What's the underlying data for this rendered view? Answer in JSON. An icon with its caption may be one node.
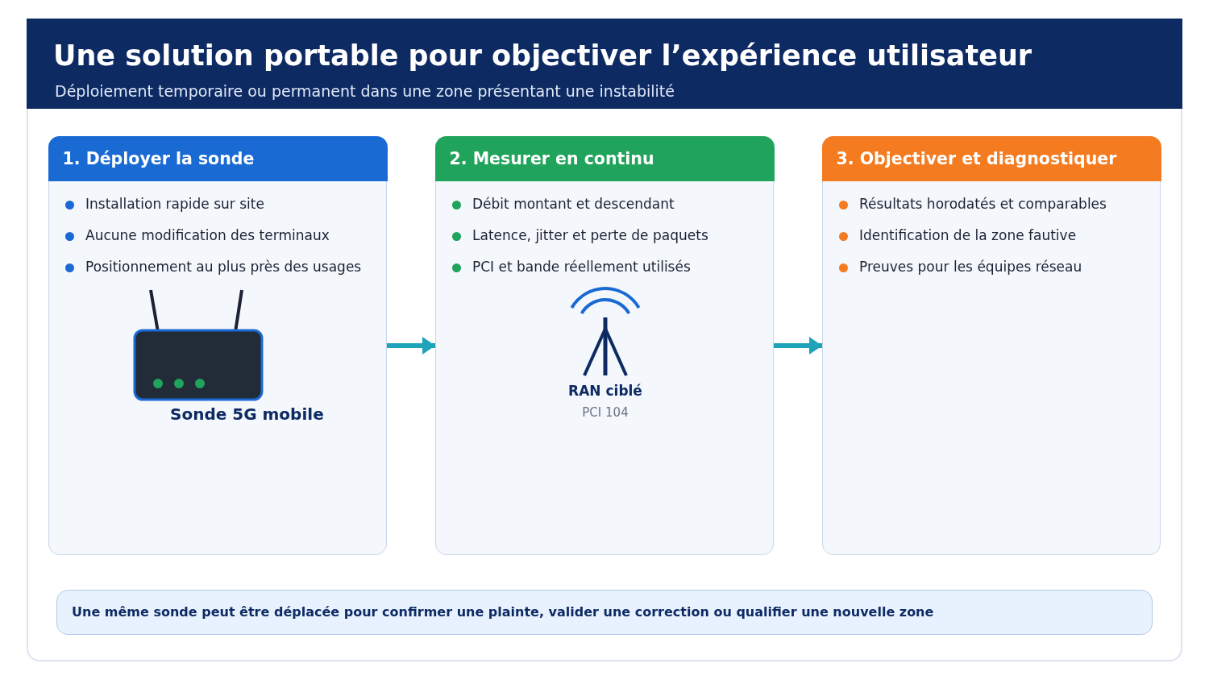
{
  "diagram": {
    "title": "Une solution portable pour objectiver l’expérience utilisateur",
    "nodes": [
      {
        "text": [
          "1. Déployer la sonde",
          "Installation rapide sur site",
          "Aucune modification des terminaux",
          "Positionnement au plus près des usages",
          "Sonde 5G mobile"
        ]
      },
      {
        "text": [
          "2. Mesurer en continu",
          "Débit montant et descendant",
          "Latence, jitter et perte de paquets",
          "PCI et bande réellement utilisés",
          "RAN ciblé",
          "PCI 104"
        ]
      },
      {
        "text": [
          "3. Objectiver et diagnostiquer",
          "Résultats horodatés et comparables",
          "Identification de la zone fautive",
          "Preuves pour les équipes réseau"
        ]
      },
      {
        "text": [
          "Une même sonde peut être déplacée pour confirmer une plainte, valider une correction ou qualifier une nouvelle zone"
        ]
      }
    ],
    "edges": [
      {
        "from": 0,
        "to": 1,
        "arrow": "to"
      },
      {
        "from": 1,
        "to": 2,
        "arrow": "to"
      }
    ],
    "labels": [
      "Déploiement temporaire ou permanent dans une zone présentant une instabilité"
    ]
  }
}
